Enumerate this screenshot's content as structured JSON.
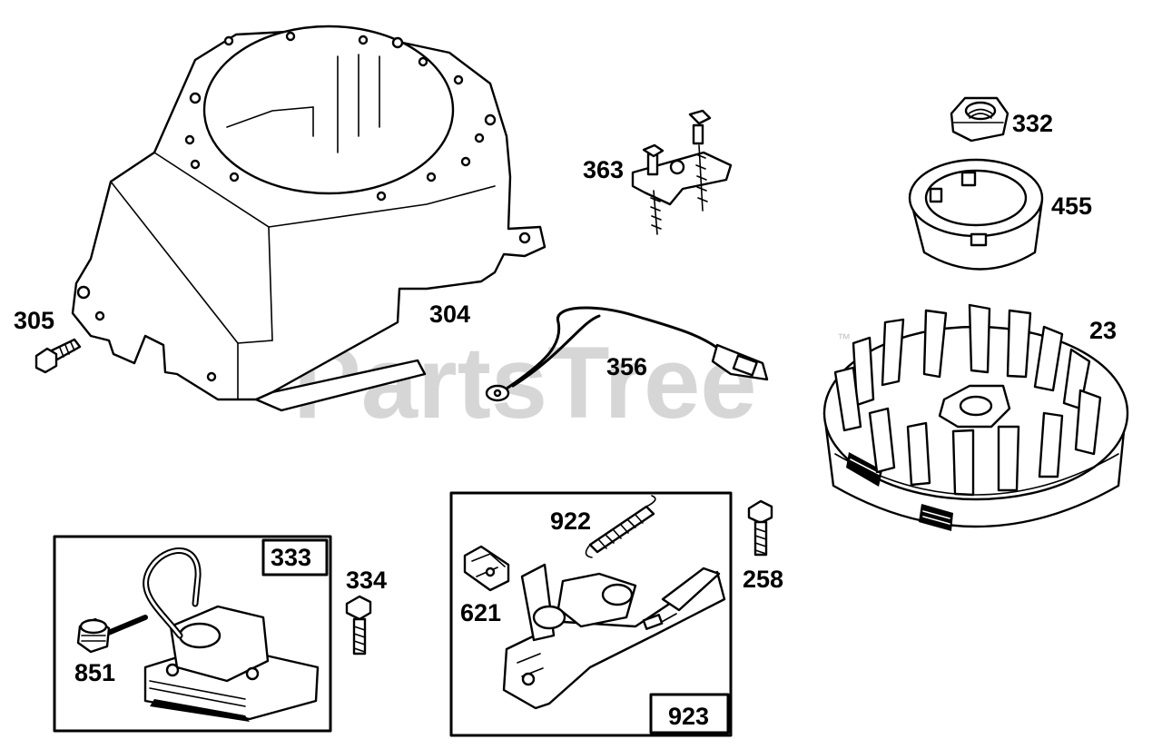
{
  "watermark": {
    "text": "PartsTree",
    "trademark": "™"
  },
  "callouts": [
    {
      "id": "332",
      "text": "332"
    },
    {
      "id": "455",
      "text": "455"
    },
    {
      "id": "363",
      "text": "363"
    },
    {
      "id": "305",
      "text": "305"
    },
    {
      "id": "304",
      "text": "304"
    },
    {
      "id": "356",
      "text": "356"
    },
    {
      "id": "23",
      "text": "23"
    },
    {
      "id": "922",
      "text": "922"
    },
    {
      "id": "258",
      "text": "258"
    },
    {
      "id": "334",
      "text": "334"
    },
    {
      "id": "621",
      "text": "621"
    },
    {
      "id": "851",
      "text": "851"
    }
  ],
  "kits": [
    {
      "id": "333",
      "text": "333"
    },
    {
      "id": "923",
      "text": "923"
    }
  ]
}
